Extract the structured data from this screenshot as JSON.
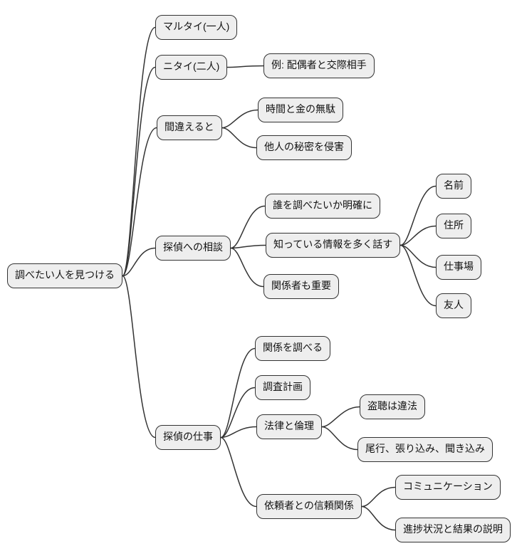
{
  "diagram": {
    "title": "調べたい人を見つける mindmap",
    "nodes": [
      {
        "id": "root",
        "label": "調べたい人を見つける",
        "parent": null
      },
      {
        "id": "marutai",
        "label": "マルタイ(一人)",
        "parent": "root"
      },
      {
        "id": "nitai",
        "label": "ニタイ(二人)",
        "parent": "root"
      },
      {
        "id": "rei",
        "label": "例: 配偶者と交際相手",
        "parent": "nitai"
      },
      {
        "id": "machigaeru",
        "label": "間違えると",
        "parent": "root"
      },
      {
        "id": "jikan",
        "label": "時間と金の無駄",
        "parent": "machigaeru"
      },
      {
        "id": "himitsu",
        "label": "他人の秘密を侵害",
        "parent": "machigaeru"
      },
      {
        "id": "soudan",
        "label": "探偵への相談",
        "parent": "root"
      },
      {
        "id": "dare",
        "label": "誰を調べたいか明確に",
        "parent": "soudan"
      },
      {
        "id": "jouhou",
        "label": "知っている情報を多く話す",
        "parent": "soudan"
      },
      {
        "id": "namae",
        "label": "名前",
        "parent": "jouhou"
      },
      {
        "id": "juusho",
        "label": "住所",
        "parent": "jouhou"
      },
      {
        "id": "shigotoba",
        "label": "仕事場",
        "parent": "jouhou"
      },
      {
        "id": "yuujin",
        "label": "友人",
        "parent": "jouhou"
      },
      {
        "id": "kankeisha",
        "label": "関係者も重要",
        "parent": "soudan"
      },
      {
        "id": "shigoto",
        "label": "探偵の仕事",
        "parent": "root"
      },
      {
        "id": "kankei",
        "label": "関係を調べる",
        "parent": "shigoto"
      },
      {
        "id": "keikaku",
        "label": "調査計画",
        "parent": "shigoto"
      },
      {
        "id": "houritsu",
        "label": "法律と倫理",
        "parent": "shigoto"
      },
      {
        "id": "touchou",
        "label": "盗聴は違法",
        "parent": "houritsu"
      },
      {
        "id": "bikou",
        "label": "尾行、張り込み、聞き込み",
        "parent": "houritsu"
      },
      {
        "id": "shinrai",
        "label": "依頼者との信頼関係",
        "parent": "shigoto"
      },
      {
        "id": "comm",
        "label": "コミュニケーション",
        "parent": "shinrai"
      },
      {
        "id": "shinchoku",
        "label": "進捗状況と結果の説明",
        "parent": "shinrai"
      }
    ]
  },
  "style": {
    "node_fill": "#eeeeee",
    "node_border": "#333333",
    "edge_color": "#333333",
    "text_color": "#111111",
    "background": "#ffffff"
  }
}
